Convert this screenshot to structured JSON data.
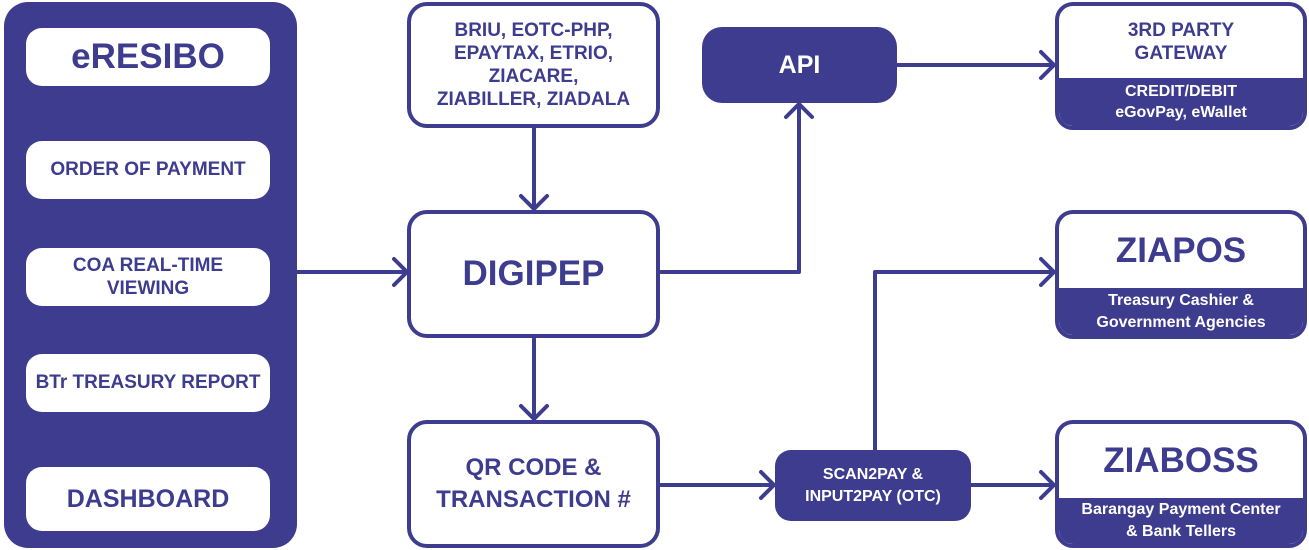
{
  "colors": {
    "primary": "#3d3c8f",
    "background": "#ffffff"
  },
  "left_panel": {
    "title": "eRESIBO",
    "items": [
      "ORDER OF PAYMENT",
      "COA REAL-TIME VIEWING",
      "BTr TREASURY REPORT",
      "DASHBOARD"
    ]
  },
  "systems_box": {
    "lines": [
      "BRIU, EOTC-PHP,",
      "EPAYTAX, ETRIO,",
      "ZIACARE,",
      "ZIABILLER, ZIADALA"
    ]
  },
  "digipep": {
    "label": "DIGIPEP"
  },
  "qr_box": {
    "lines": [
      "QR CODE &",
      "TRANSACTION #"
    ]
  },
  "api": {
    "label": "API"
  },
  "scan2pay": {
    "lines": [
      "SCAN2PAY &",
      "INPUT2PAY (OTC)"
    ]
  },
  "gateway": {
    "title_lines": [
      "3RD PARTY",
      "GATEWAY"
    ],
    "sub_lines": [
      "CREDIT/DEBIT",
      "eGovPay, eWallet"
    ]
  },
  "ziapos": {
    "title": "ZIAPOS",
    "sub_lines": [
      "Treasury Cashier &",
      "Government Agencies"
    ]
  },
  "ziaboss": {
    "title": "ZIABOSS",
    "sub_lines": [
      "Barangay Payment Center",
      "& Bank Tellers"
    ]
  }
}
